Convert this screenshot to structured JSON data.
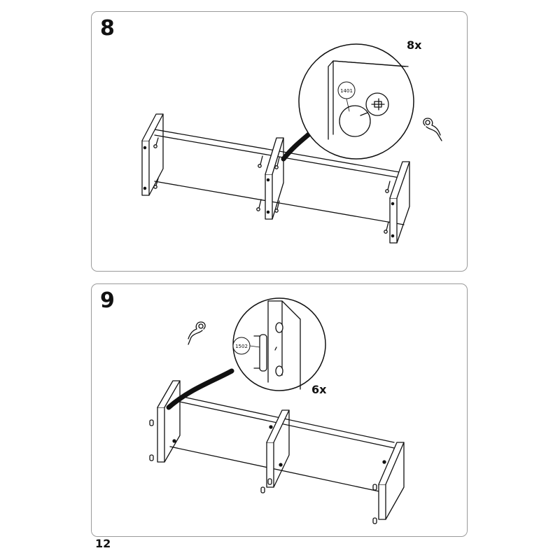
{
  "steps": [
    {
      "number": "8",
      "quantity": "8x",
      "part_code": "1401"
    },
    {
      "number": "9",
      "quantity": "6x",
      "part_code": "1502"
    }
  ],
  "page_number": "12",
  "icons": {
    "step8_hand": "hand-pinch-icon",
    "step9_hand": "hand-pinch-icon"
  }
}
